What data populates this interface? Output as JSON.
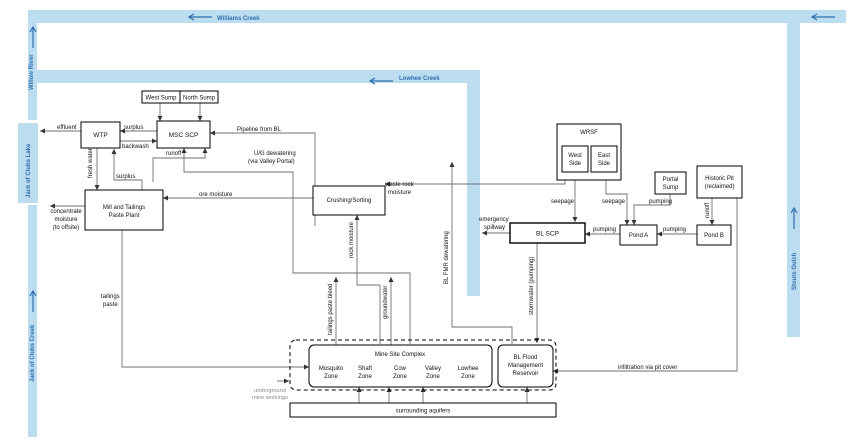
{
  "waterways": {
    "williams_creek": "Williams Creek",
    "lowhee_creek": "Lowhee Creek",
    "willow_river": "Willow River",
    "jack_of_clubs_lake": "Jack of Clubs Lake",
    "jack_of_clubs_creek": "Jack of Clubs Creek",
    "stouts_gulch": "Stouts Gulch"
  },
  "nodes": {
    "west_sump": "West Sump",
    "north_sump": "North Sump",
    "msc_scp": "MSC SCP",
    "wtp": "WTP",
    "mill_line1": "Mill and Tailings",
    "mill_line2": "Paste Plant",
    "crushing": "Crushing/Sorting",
    "wrsf": "WRSF",
    "west_side_1": "West",
    "west_side_2": "Side",
    "east_side_1": "East",
    "east_side_2": "Side",
    "portal_sump_1": "Portal",
    "portal_sump_2": "Sump",
    "historic_pit_1": "Historic Pit",
    "historic_pit_2": "(reclaimed)",
    "bl_scp": "BL SCP",
    "pond_a": "Pond A",
    "pond_b": "Pond B",
    "mine_site_complex": "Mine Site Complex",
    "zones": [
      {
        "l1": "Mosquito",
        "l2": "Zone"
      },
      {
        "l1": "Shaft",
        "l2": "Zone"
      },
      {
        "l1": "Cow",
        "l2": "Zone"
      },
      {
        "l1": "Valley",
        "l2": "Zone"
      },
      {
        "l1": "Lowhee",
        "l2": "Zone"
      }
    ],
    "bl_flood_1": "BL Flood",
    "bl_flood_2": "Management",
    "bl_flood_3": "Reservoir",
    "surrounding_aquifers": "surrounding aquifers",
    "underground_1": "underground",
    "underground_2": "mine workings"
  },
  "flows": {
    "effluent": "effluent",
    "surplus_wtp": "surplus",
    "backwash": "backwash",
    "runoff_msc": "runoff",
    "pipeline_from_bl": "Pipeline from BL",
    "ug_dewatering_1": "U/G dewatering",
    "ug_dewatering_2": "(via Valley Portal)",
    "fresh_water": "fresh water",
    "surplus_mill": "surplus",
    "ore_moisture": "ore moisture",
    "waste_rock_1": "waste rock",
    "waste_rock_2": "moisture",
    "concentrate_1": "concentrate",
    "concentrate_2": "moisture",
    "concentrate_3": "(to offsite)",
    "seepage_west": "seepage",
    "seepage_east": "seepage",
    "pumping_portal": "pumping",
    "runoff_pit": "runoff",
    "emergency_1": "emergency",
    "emergency_2": "spillway",
    "pumping_bl": "pumping",
    "pumping_pondb": "pumping",
    "rock_moisture": "rock moisture",
    "bl_fmr_dewatering": "BL FMR dewatering",
    "stormwater": "stormwater (pumping)",
    "tailings_1": "tailings",
    "tailings_2": "paste",
    "tailings_paste_bleed": "tailings paste bleed",
    "groundwater": "groundwater",
    "infiltration": "infiltration via pit cover"
  },
  "colors": {
    "water": "#bcdcef",
    "water_label": "#2f6fb0",
    "flow_line": "#6f6f6f"
  }
}
